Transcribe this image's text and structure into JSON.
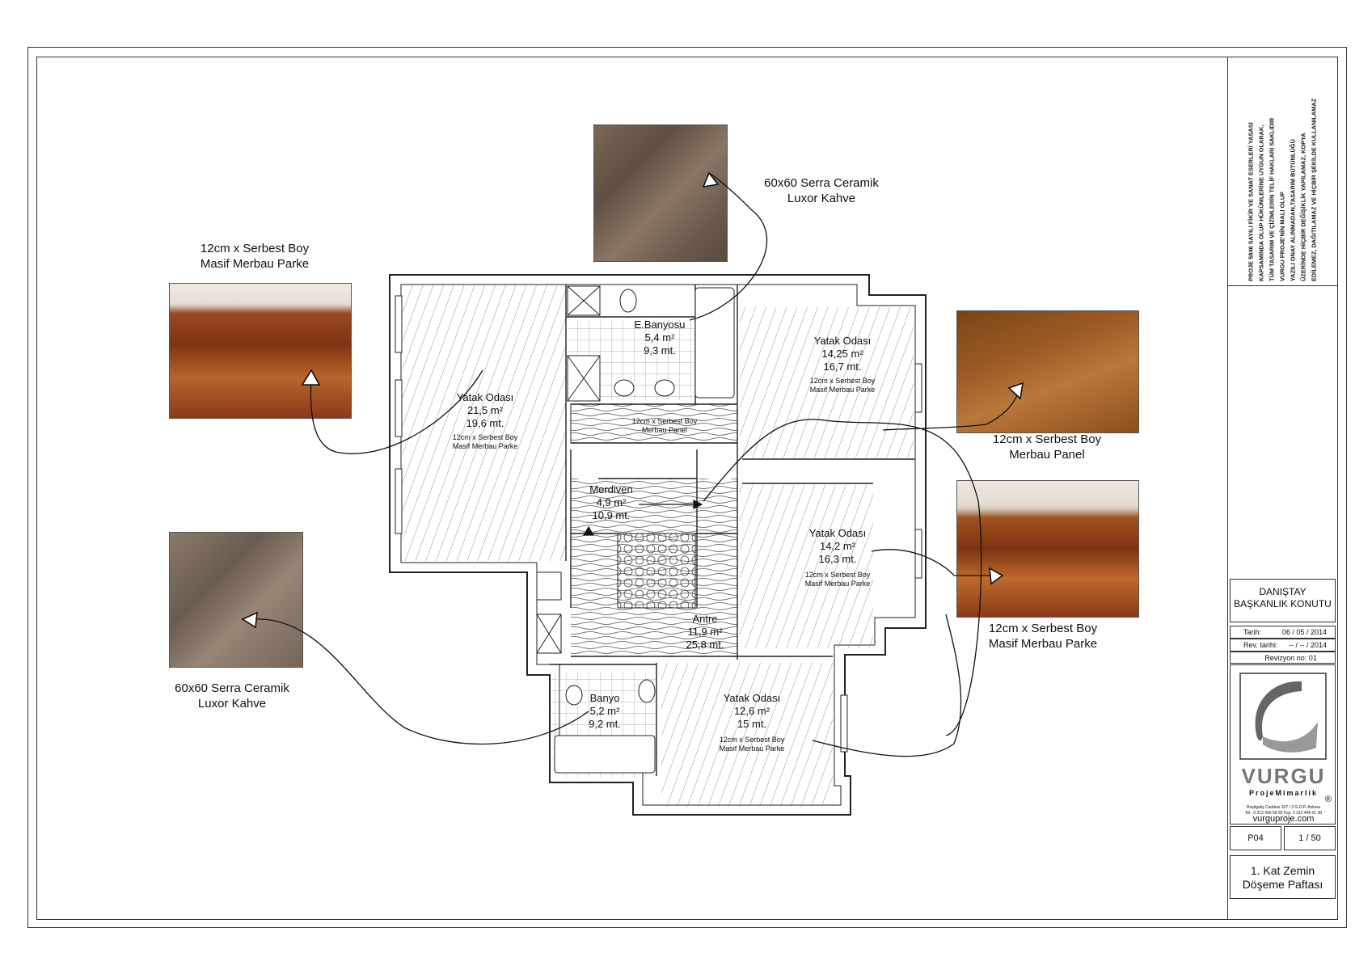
{
  "callouts": {
    "ceramic_top": {
      "line1": "60x60 Serra Ceramik",
      "line2": "Luxor Kahve"
    },
    "parke_left": {
      "line1": "12cm x Serbest Boy",
      "line2": "Masif Merbau Parke"
    },
    "panel_right": {
      "line1": "12cm x Serbest Boy",
      "line2": "Merbau Panel"
    },
    "parke_right": {
      "line1": "12cm x Serbest Boy",
      "line2": "Masif Merbau Parke"
    },
    "ceramic_left": {
      "line1": "60x60 Serra Ceramik",
      "line2": "Luxor Kahve"
    }
  },
  "rooms": {
    "yatak1": {
      "name": "Yatak Odası",
      "area": "21,5 m²",
      "perimeter": "19,6 mt.",
      "floor1": "12cm x Serbest Boy",
      "floor2": "Masif Merbau Parke"
    },
    "ebanyo": {
      "name": "E.Banyosu",
      "area": "5,4 m²",
      "perimeter": "9,3 mt."
    },
    "yatak2": {
      "name": "Yatak Odası",
      "area": "14,25 m²",
      "perimeter": "16,7 mt.",
      "floor1": "12cm x Serbest Boy",
      "floor2": "Masif Merbau Parke"
    },
    "koridor": {
      "floor1": "12cm x Serbest Boy",
      "floor2": "Merbau Panel"
    },
    "merdiven": {
      "name": "Merdiven",
      "area": "4,9 m²",
      "perimeter": "10,9 mt."
    },
    "yatak3": {
      "name": "Yatak Odası",
      "area": "14,2 m²",
      "perimeter": "16,3 mt.",
      "floor1": "12cm x Serbest Boy",
      "floor2": "Masif Merbau Parke"
    },
    "antre": {
      "name": "Antre",
      "area": "11,9 m²",
      "perimeter": "25,8 mt."
    },
    "banyo": {
      "name": "Banyo",
      "area": "5,2 m²",
      "perimeter": "9,2 mt."
    },
    "yatak4": {
      "name": "Yatak Odası",
      "area": "12,6 m²",
      "perimeter": "15 mt.",
      "floor1": "12cm x Serbest Boy",
      "floor2": "Masif Merbau Parke"
    }
  },
  "title_block": {
    "copyright": [
      "PROJE 5846 SAYILI FİKİR VE SANAT ESERLERİ YASASI",
      "KAPSAMINDA OLUP HÜKÜMLERİNE UYGUN OLARAK,",
      "TÜM TASARIM VE ÇİZİMLERİN TELİF HAKLARI SAKLIDIR",
      "VURGU PROJE'NİN MALI OLUP",
      "YAZILI ONAY ALINMADAN,TASARIM BÜTÜNLÜĞÜ",
      "ÜZERİNDE HİÇBİR DEĞİŞİKLİK YAPILAMAZ, KOPYA",
      "EDİLEMEZ, DAĞITILAMAZ VE HİÇBİR ŞEKİLDE KULLANILAMAZ"
    ],
    "client_line1": "DANIŞTAY",
    "client_line2": "BAŞKANLIK KONUTU",
    "date_label": "Tarih:",
    "date_value": "06 / 05 / 2014",
    "rev_label": "Rev. tarihi:",
    "rev_value": "-- / -- / 2014",
    "revision": "Revizyon no: 01",
    "logo_text": "VURGU",
    "logo_sub": "ProjeMimarlik",
    "registered": "®",
    "address1": "Reşitgaliş Caddesi 107 / 3 G.O.P. Ankara",
    "address2": "Tel : 0 312 436 56 82   Fax: 0 312 446 01 30",
    "website": "vurguproje.com",
    "sheet_code": "P04",
    "scale": "1 / 50",
    "sheet_title_1": "1. Kat Zemin",
    "sheet_title_2": "Döşeme Paftası"
  },
  "colors": {
    "line": "#222222",
    "wood_a": "#8a3c1a",
    "wood_b": "#b5602a",
    "marble_a": "#6b5a4c",
    "marble_b": "#8c7a6a",
    "panel_a": "#6e3d14",
    "panel_b": "#b06c30"
  }
}
